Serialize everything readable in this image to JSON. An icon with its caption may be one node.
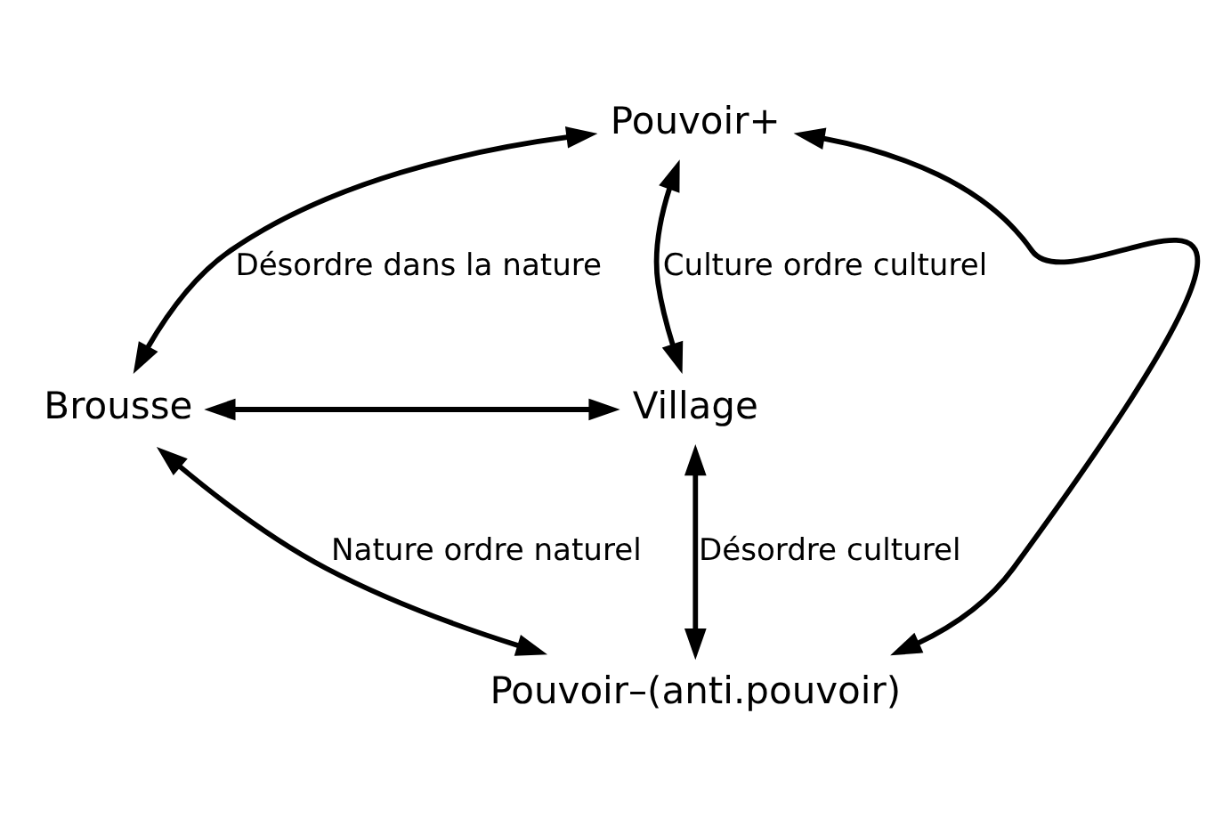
{
  "diagram": {
    "nodes": [
      {
        "text": [
          "Pouvoir+"
        ]
      },
      {
        "text": [
          "Brousse"
        ]
      },
      {
        "text": [
          "Village"
        ]
      },
      {
        "text": [
          "Pouvoir–(anti.pouvoir)"
        ]
      }
    ],
    "edges": [
      {
        "from": 0,
        "to": 1,
        "arrow": "both",
        "label": "Désordre dans la nature"
      },
      {
        "from": 0,
        "to": 2,
        "arrow": "both",
        "label": "Culture ordre culturel"
      },
      {
        "from": 1,
        "to": 3,
        "arrow": "both",
        "label": "Nature ordre naturel"
      },
      {
        "from": 2,
        "to": 3,
        "arrow": "both",
        "label": "Désordre culturel"
      },
      {
        "from": 0,
        "to": 3,
        "arrow": "both"
      },
      {
        "from": 1,
        "to": 2,
        "arrow": "both"
      }
    ]
  }
}
